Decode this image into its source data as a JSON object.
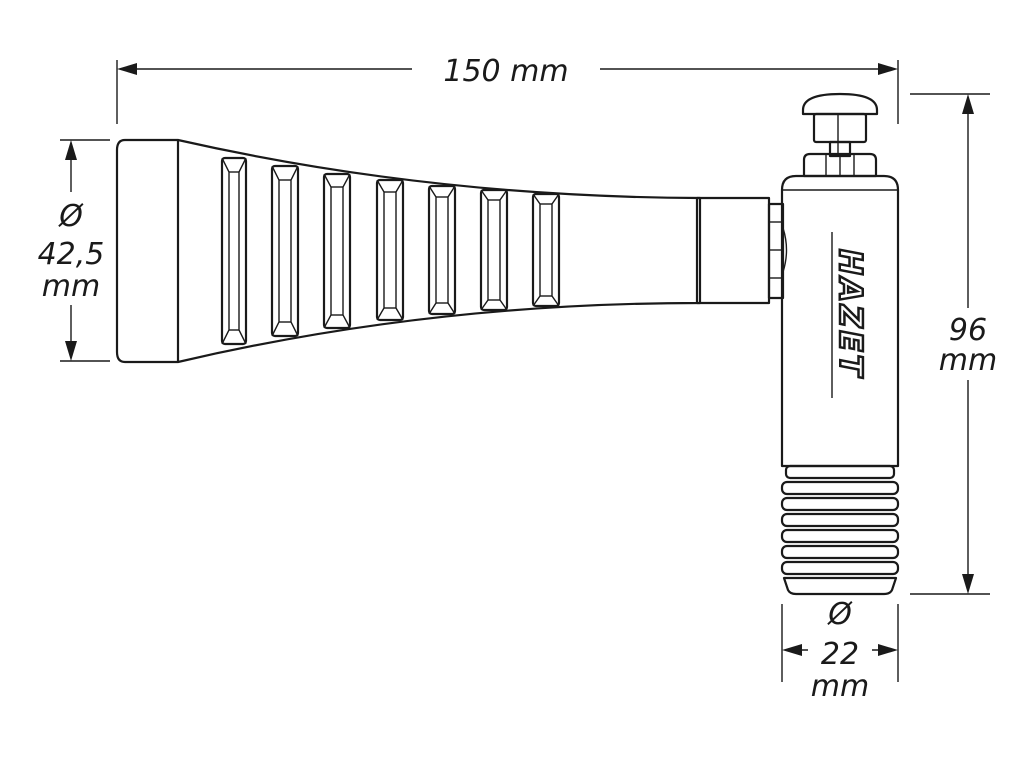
{
  "dimensions": {
    "length": {
      "value": "150",
      "unit": "mm"
    },
    "grip_diameter": {
      "symbol": "Ø",
      "value": "42,5",
      "unit": "mm"
    },
    "height": {
      "value": "96",
      "unit": "mm"
    },
    "barrel_diameter": {
      "symbol": "Ø",
      "value": "22",
      "unit": "mm"
    }
  },
  "brand": {
    "logo_text": "HAZET"
  },
  "colors": {
    "line": "#1a1a1a",
    "background": "#ffffff"
  }
}
